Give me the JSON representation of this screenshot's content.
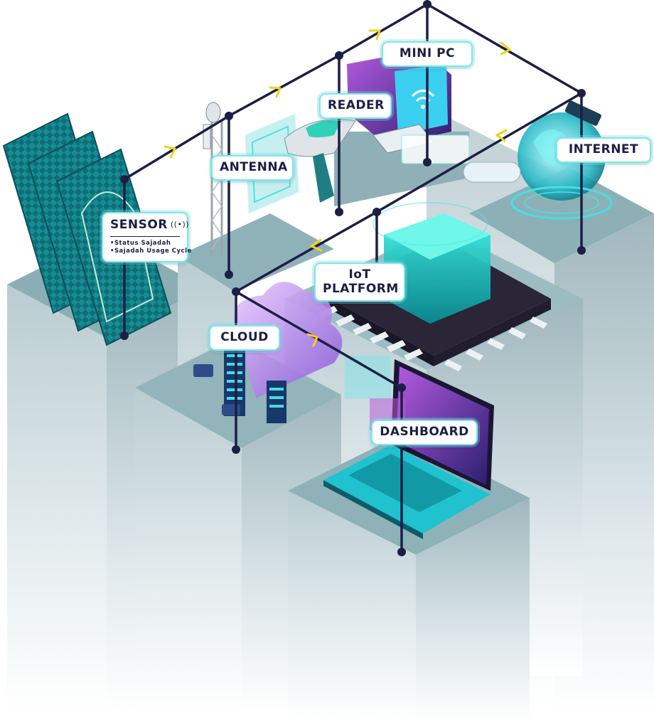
{
  "nodes": {
    "sensor": {
      "title": "SENSOR",
      "icon": "wireless-signal-icon",
      "items": [
        "Status Sajadah",
        "Sajadah Usage Cycle"
      ]
    },
    "antenna": {
      "title": "ANTENNA"
    },
    "reader": {
      "title": "READER"
    },
    "mini_pc": {
      "title": "MINI PC"
    },
    "internet": {
      "title": "INTERNET"
    },
    "iot_platform": {
      "line1": "IoT",
      "line2": "PLATFORM"
    },
    "cloud": {
      "title": "CLOUD"
    },
    "dashboard": {
      "title": "DASHBOARD"
    }
  },
  "flow": [
    "SENSOR",
    "ANTENNA",
    "READER",
    "MINI PC",
    "INTERNET",
    "IoT PLATFORM",
    "CLOUD",
    "DASHBOARD"
  ],
  "colors": {
    "connector": "#1b1f45",
    "arrow": "#f2d21a",
    "label_border": "#7ee6ee",
    "pillar_top": "#8fb3b8",
    "pillar_front": "#c9d6da",
    "teal_glow": "#19c9c9",
    "violet": "#9b6ee0",
    "chip": "#2a2638"
  }
}
